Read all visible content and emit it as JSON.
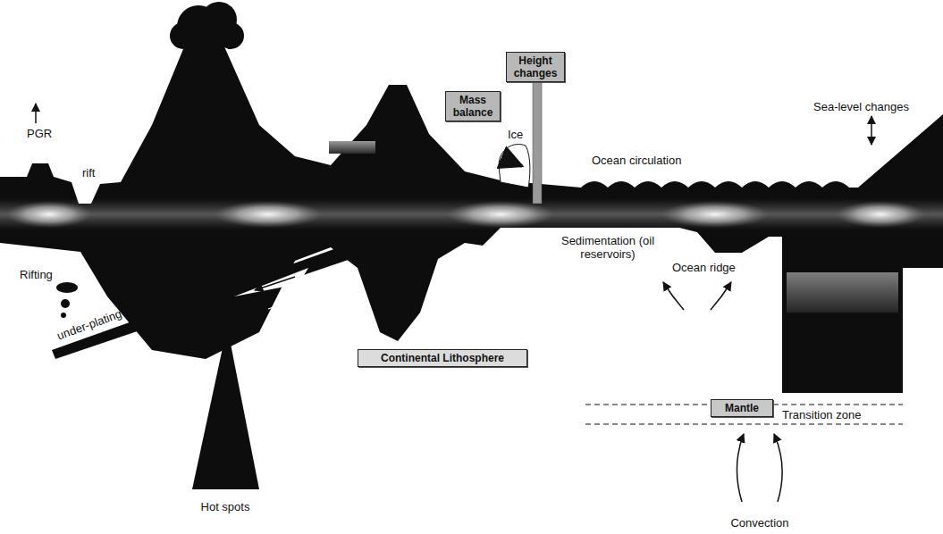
{
  "diagram": {
    "nodes": [
      {
        "text": [
          "Height changes"
        ]
      },
      {
        "text": [
          "Mass balance"
        ]
      },
      {
        "text": [
          "Continental Lithosphere"
        ]
      },
      {
        "text": [
          "Mantle"
        ]
      }
    ],
    "labels": [
      "PGR",
      "rift",
      "Ice",
      "Sea-level changes",
      "Ocean circulation",
      "Rifting",
      "Sedimentation (oil reservoirs)",
      "Ocean ridge",
      "under-plating",
      "Transition zone",
      "Hot spots",
      "Convection"
    ]
  }
}
